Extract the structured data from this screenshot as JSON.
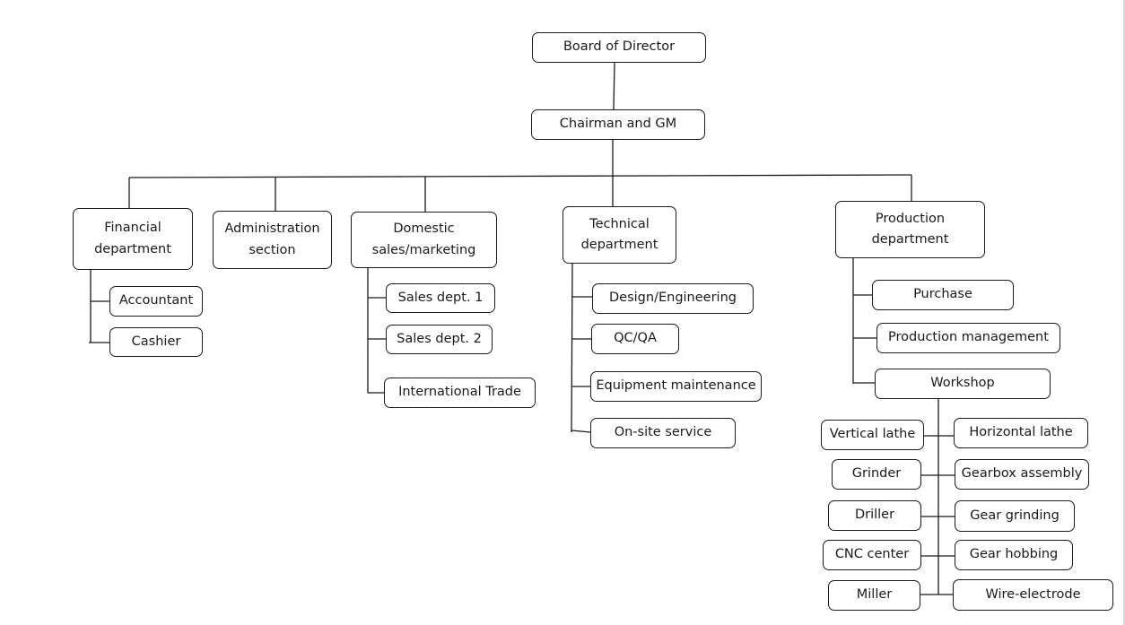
{
  "org_chart": {
    "top": {
      "board": "Board of Director",
      "chairman": "Chairman and GM"
    },
    "departments": [
      {
        "name": "Financial\ndepartment",
        "children": [
          "Accountant",
          "Cashier"
        ]
      },
      {
        "name": "Administration\nsection",
        "children": []
      },
      {
        "name": "Domestic\nsales/marketing",
        "children": [
          "Sales dept. 1",
          "Sales dept. 2",
          "International Trade"
        ]
      },
      {
        "name": "Technical\ndepartment",
        "children": [
          "Design/Engineering",
          "QC/QA",
          "Equipment maintenance",
          "On-site service"
        ]
      },
      {
        "name": "Production\ndepartment",
        "children": [
          "Purchase",
          "Production management",
          "Workshop"
        ]
      }
    ],
    "workshop_left": [
      "Vertical lathe",
      "Grinder",
      "Driller",
      "CNC center",
      "Miller"
    ],
    "workshop_right": [
      "Horizontal lathe",
      "Gearbox assembly",
      "Gear grinding",
      "Gear hobbing",
      "Wire-electrode"
    ]
  }
}
